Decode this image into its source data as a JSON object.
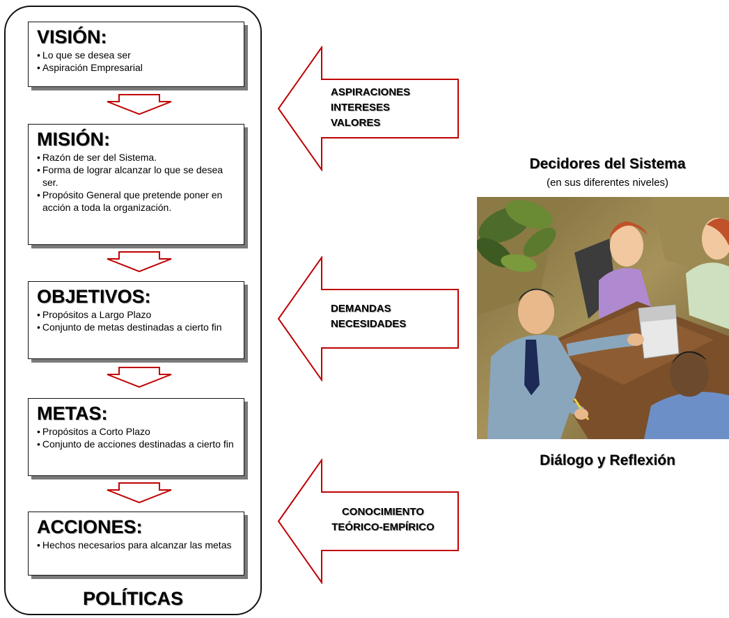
{
  "blocks": [
    {
      "title": "VISIÓN:",
      "bullets": [
        "Lo que se desea ser",
        "Aspiración Empresarial"
      ]
    },
    {
      "title": "MISIÓN:",
      "bullets": [
        "Razón de ser del Sistema.",
        "Forma de lograr alcanzar lo que se desea ser.",
        "Propósito General que pretende poner en acción a toda la organización."
      ]
    },
    {
      "title": "OBJETIVOS:",
      "bullets": [
        "Propósitos a Largo Plazo",
        "Conjunto de metas destinadas a cierto fin"
      ]
    },
    {
      "title": "METAS:",
      "bullets": [
        "Propósitos a Corto Plazo",
        "Conjunto de acciones destinadas a cierto fin"
      ]
    },
    {
      "title": "ACCIONES:",
      "bullets": [
        "Hechos necesarios para alcanzar las metas"
      ]
    }
  ],
  "footer": "POLÍTICAS",
  "arrows": [
    {
      "lines": [
        "ASPIRACIONES",
        "INTERESES",
        "VALORES"
      ]
    },
    {
      "lines": [
        "DEMANDAS",
        "NECESIDADES"
      ]
    },
    {
      "lines": [
        "CONOCIMIENTO",
        "TEÓRICO-EMPÍRICO"
      ]
    }
  ],
  "right": {
    "title": "Decidores del Sistema",
    "subtitle": "(en sus diferentes niveles)",
    "caption": "Diálogo y Reflexión"
  },
  "colors": {
    "arrow_stroke": "#c00000",
    "shadow": "#7a7a7a"
  },
  "icons": {
    "meeting": "business-meeting-clipart"
  }
}
